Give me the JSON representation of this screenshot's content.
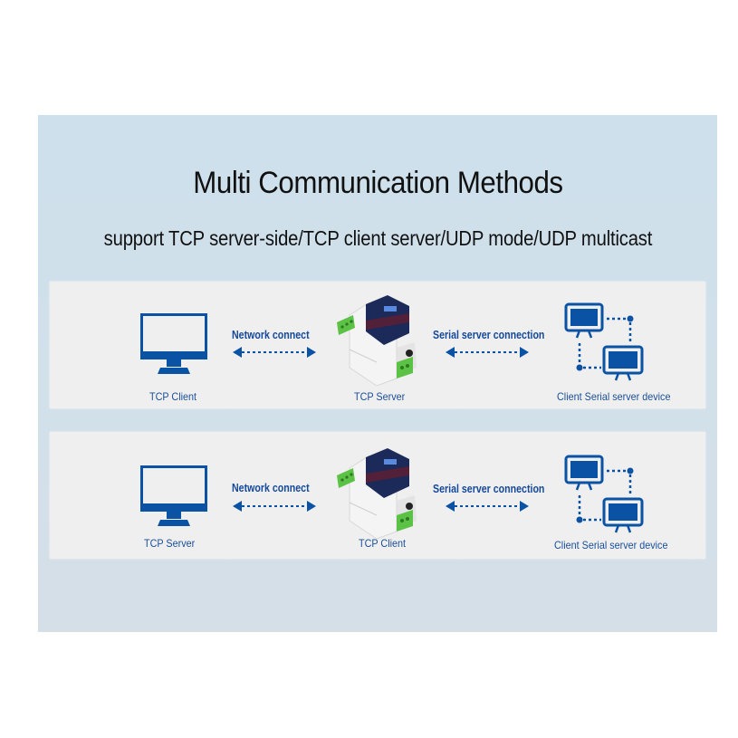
{
  "header": {
    "title": "Multi Communication Methods",
    "subtitle": "support TCP server-side/TCP client server/UDP mode/UDP multicast"
  },
  "colors": {
    "accent_blue": "#0a52a4",
    "panel_bg": "#d0e0eb",
    "card_bg": "#efefef",
    "terminal_green": "#5cc245"
  },
  "diagrams": [
    {
      "left_node": {
        "label": "TCP Client",
        "icon": "monitor-icon"
      },
      "left_link": {
        "label": "Network connect",
        "icon": "double-arrow-dashed-icon"
      },
      "center_node": {
        "label": "TCP Server",
        "icon": "serial-server-device-icon"
      },
      "right_link": {
        "label": "Serial server connection",
        "icon": "double-arrow-dashed-icon"
      },
      "right_node": {
        "label": "Client Serial server device",
        "icon": "networked-monitors-icon"
      }
    },
    {
      "left_node": {
        "label": "TCP Server",
        "icon": "monitor-icon"
      },
      "left_link": {
        "label": "Network connect",
        "icon": "double-arrow-dashed-icon"
      },
      "center_node": {
        "label": "TCP Client",
        "icon": "serial-server-device-icon"
      },
      "right_link": {
        "label": "Serial server connection",
        "icon": "double-arrow-dashed-icon"
      },
      "right_node": {
        "label": "Client Serial server device",
        "icon": "networked-monitors-icon"
      }
    }
  ]
}
